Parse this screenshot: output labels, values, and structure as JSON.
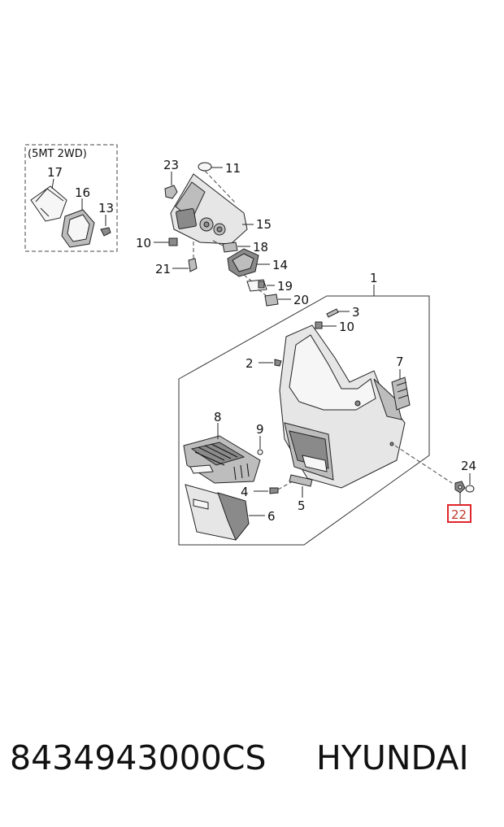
{
  "diagram": {
    "variant_note": "(5MT 2WD)",
    "callouts": {
      "c1": "1",
      "c2": "2",
      "c3": "3",
      "c4": "4",
      "c5": "5",
      "c6": "6",
      "c7": "7",
      "c8": "8",
      "c9": "9",
      "c10a": "10",
      "c10b": "10",
      "c11": "11",
      "c13": "13",
      "c14": "14",
      "c15": "15",
      "c16": "16",
      "c17": "17",
      "c18": "18",
      "c19": "19",
      "c20": "20",
      "c21": "21",
      "c22": "22",
      "c23": "23",
      "c24": "24"
    },
    "highlighted_callout": "22",
    "highlight_color": "#e0252b"
  },
  "footer": {
    "part_number": "8434943000CS",
    "brand": "HYUNDAI"
  }
}
